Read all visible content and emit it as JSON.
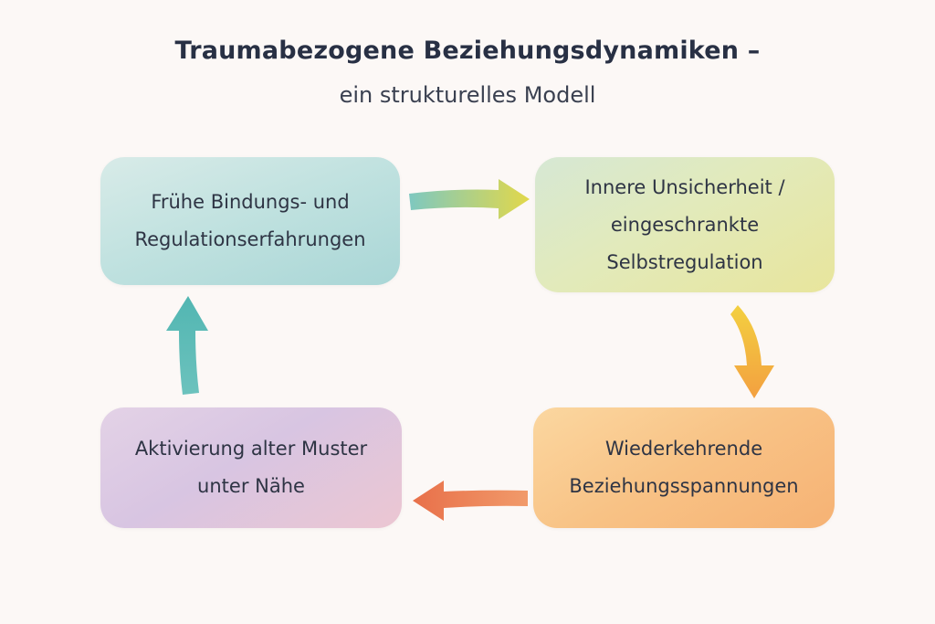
{
  "title": "Traumabezogene Beziehungsdynamiken –",
  "subtitle": "ein strukturelles Modell",
  "boxes": [
    {
      "lines": [
        "Frühe Bindungs- und",
        "Regulationserfahrungen"
      ],
      "color": "#bfe1df"
    },
    {
      "lines": [
        "Innere Unsicherheit /",
        "eingeschrankte",
        "Selbstregulation"
      ],
      "color": "#e2eabb"
    },
    {
      "lines": [
        "Wiederkehrende",
        "Beziehungsspannungen"
      ],
      "color": "#f8c285"
    },
    {
      "lines": [
        "Aktivierung alter Muster",
        "unter Nähe"
      ],
      "color": "#d8c5e2"
    }
  ],
  "arrows": [
    {
      "from": "Frühe Bindungs- und Regulationserfahrungen",
      "to": "Innere Unsicherheit / eingeschrankte Selbstregulation",
      "colors": [
        "#7ec8c0",
        "#e2d84a"
      ]
    },
    {
      "from": "Innere Unsicherheit / eingeschrankte Selbstregulation",
      "to": "Wiederkehrende Beziehungsspannungen",
      "colors": [
        "#f3d040",
        "#f3a040"
      ]
    },
    {
      "from": "Wiederkehrende Beziehungsspannungen",
      "to": "Aktivierung alter Muster unter Nähe",
      "colors": [
        "#f19a6a",
        "#e8704a"
      ]
    },
    {
      "from": "Aktivierung alter Muster unter Nähe",
      "to": "Frühe Bindungs- und Regulationserfahrungen",
      "colors": [
        "#5fbcb8",
        "#5fbcb8"
      ]
    }
  ]
}
